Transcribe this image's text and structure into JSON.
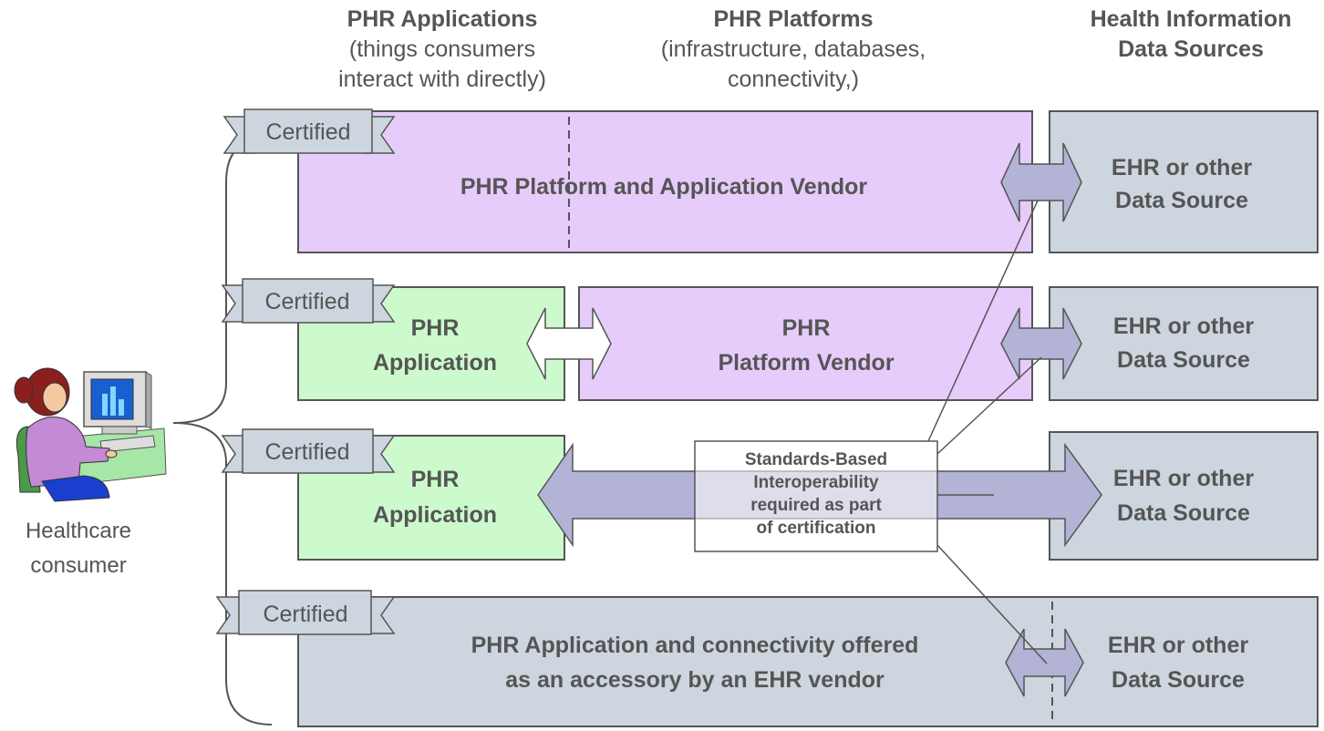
{
  "columns": {
    "applications": {
      "title": "PHR Applications",
      "line1": "(things consumers",
      "line2": "interact with directly)"
    },
    "platforms": {
      "title": "PHR Platforms",
      "line1": "(infrastructure, databases,",
      "line2": "connectivity,)"
    },
    "sources": {
      "line1": "Health Information",
      "line2": "Data Sources"
    }
  },
  "consumer": {
    "line1": "Healthcare",
    "line2": "consumer"
  },
  "certified_label": "Certified",
  "rows": [
    {
      "vendor_label": "PHR Platform and Application Vendor",
      "source_line1": "EHR or other",
      "source_line2": "Data Source"
    },
    {
      "app_line1": "PHR",
      "app_line2": "Application",
      "platform_line1": "PHR",
      "platform_line2": "Platform Vendor",
      "source_line1": "EHR or other",
      "source_line2": "Data Source"
    },
    {
      "app_line1": "PHR",
      "app_line2": "Application",
      "source_line1": "EHR or other",
      "source_line2": "Data Source"
    },
    {
      "vendor_line1": "PHR Application and connectivity offered",
      "vendor_line2": "as an accessory by an EHR vendor",
      "source_line1": "EHR or other",
      "source_line2": "Data Source"
    }
  ],
  "callout": {
    "line1": "Standards-Based",
    "line2": "Interoperability",
    "line3": "required as part",
    "line4": "of certification"
  },
  "colors": {
    "purple": "#e6ccfa",
    "green": "#ccfacc",
    "gray": "#cdd6de",
    "arrow": "#b3b3d6",
    "border": "#555555",
    "text": "#555555"
  }
}
